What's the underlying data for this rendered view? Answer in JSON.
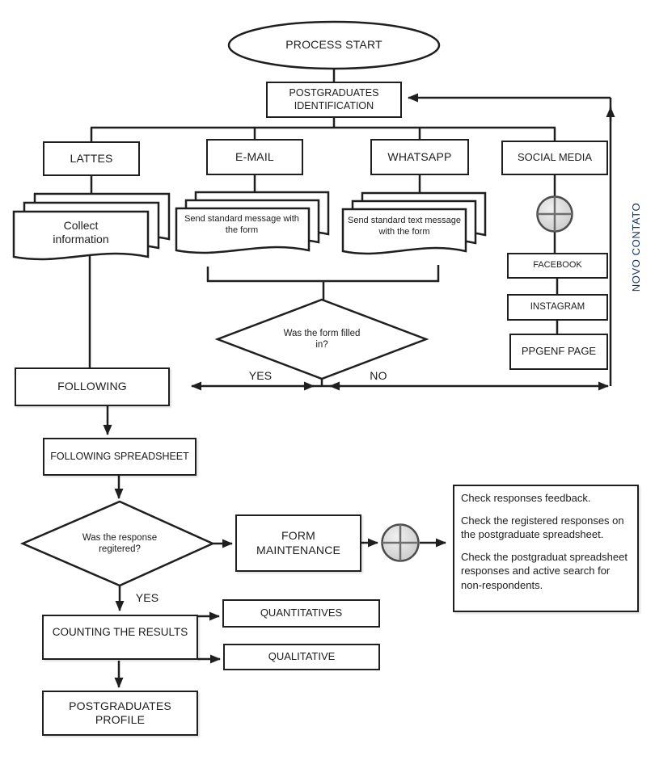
{
  "nodes": {
    "start": "PROCESS START",
    "identification": "POSTGRADUATES IDENTIFICATION",
    "lattes": "LATTES",
    "email": "E-MAIL",
    "whatsapp": "WHATSAPP",
    "social": "SOCIAL MEDIA",
    "doc_lattes": "Collect information",
    "doc_email": "Send standard message with the form",
    "doc_whatsapp": "Send standard text message with the form",
    "facebook": "FACEBOOK",
    "instagram": "INSTAGRAM",
    "ppgenf": "PPGENF PAGE",
    "decision_form": "Was the form filled in?",
    "following": "FOLLOWING",
    "following_spreadsheet": "FOLLOWING SPREADSHEET",
    "decision_response": "Was the response regitered?",
    "form_maintenance": "FORM MAINTENANCE",
    "counting": "COUNTING THE RESULTS",
    "quantitatives": "QUANTITATIVES",
    "qualitative": "QUALITATIVE",
    "profile": "POSTGRADUATES PROFILE"
  },
  "labels": {
    "yes_form": "YES",
    "no_form": "NO",
    "yes_response": "YES",
    "novo_contato": "NOVO CONTATO"
  },
  "notes": {
    "line1": "Check responses feedback.",
    "line2": "Check the registered responses on the postgraduate spreadsheet.",
    "line3": "Check the postgraduat spreadsheet responses and active search for non-respondents."
  },
  "colors": {
    "line": "#1f1f1f",
    "side_label": "#17365d",
    "junction_fill": "#d9d9d9",
    "junction_stroke": "#4d4d4d"
  }
}
